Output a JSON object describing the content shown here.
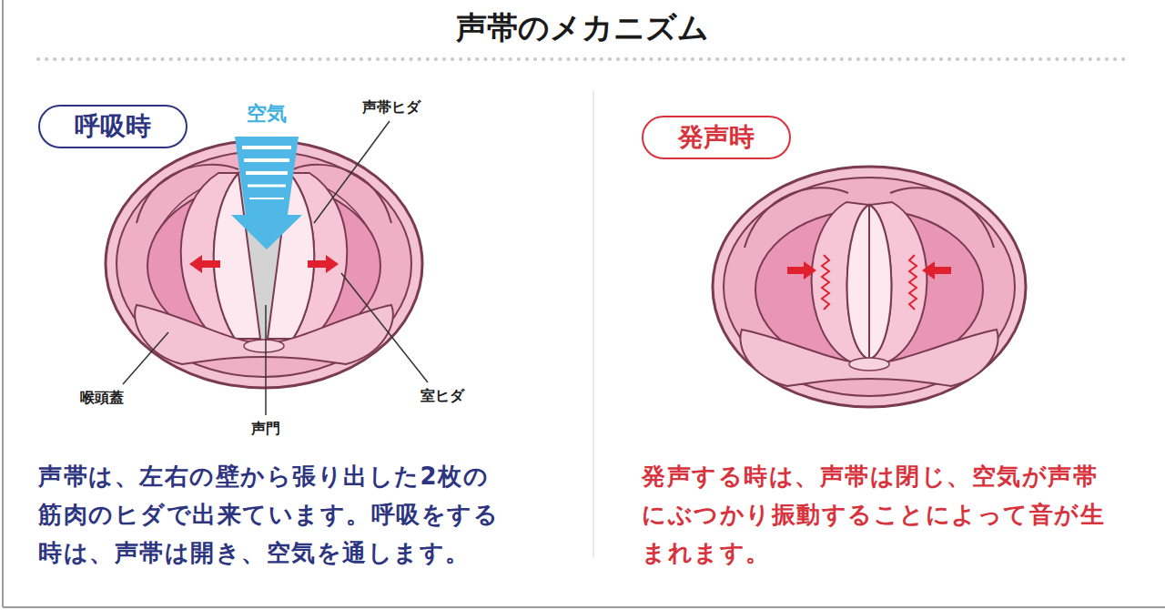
{
  "diagram": {
    "title": "声帯のメカニズム",
    "nodes": [
      {
        "text": [
          "呼吸時"
        ]
      },
      {
        "text": [
          "発声時"
        ]
      }
    ],
    "labels": [
      "空気",
      "声帯ヒダ",
      "喉頭蓋",
      "室ヒダ",
      "声門",
      "声帯は、左右の壁から張り出した2枚の筋肉のヒダで出来ています。呼吸をする時は、声帯は開き、空気を通します。",
      "発声する時は、声帯は閉じ、空気が声帯にぶつかり振動することによって音が生まれます。"
    ]
  }
}
